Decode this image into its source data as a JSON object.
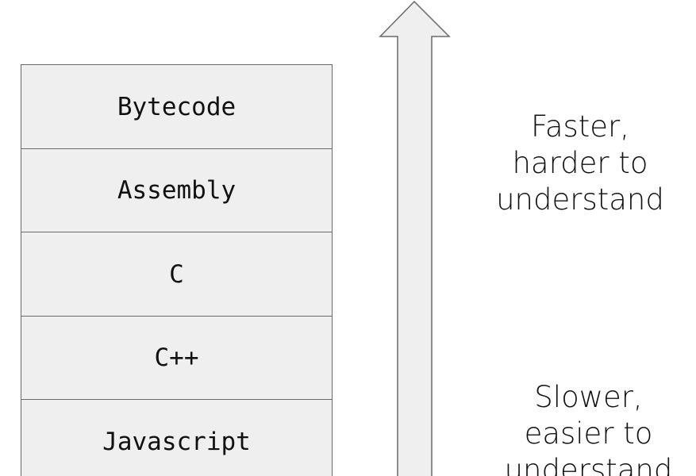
{
  "layers": [
    {
      "label": "Bytecode"
    },
    {
      "label": "Assembly"
    },
    {
      "label": "C"
    },
    {
      "label": "C++"
    },
    {
      "label": "Javascript"
    }
  ],
  "arrow": {
    "direction": "up",
    "fill": "#efefef",
    "stroke": "#6a6a6a"
  },
  "annotations": {
    "top": {
      "lines": [
        "Faster,",
        "harder to",
        "understand"
      ]
    },
    "bottom": {
      "lines": [
        "Slower,",
        "easier to",
        "understand"
      ]
    }
  },
  "colors": {
    "layer_fill": "#efefef",
    "layer_border": "#6a6a6a",
    "text": "#111111"
  }
}
